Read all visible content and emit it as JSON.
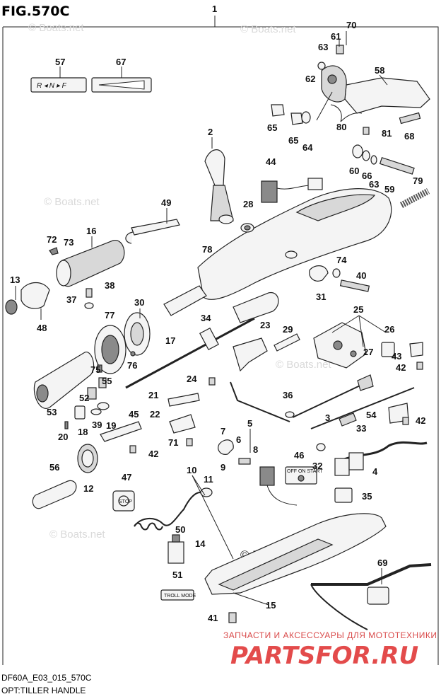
{
  "figure": {
    "title": "FIG.570C",
    "model_code": "DF60A_E03_015_570C",
    "caption": "OPT:TILLER HANDLE"
  },
  "watermarks": {
    "site": "© Boats.net",
    "promo_line": "ЗАПЧАСТИ И АКСЕССУАРЫ ДЛЯ МОТОТЕХНИКИ",
    "promo_brand": "PARTSFOR.RU"
  },
  "labels": {
    "shift_indicator": "R ◂ N ▸ F",
    "switch_panel": "OFF ON START",
    "stop_clip": "STOP",
    "troll_plate": "TROLL MODE"
  },
  "callouts": [
    "1",
    "2",
    "3",
    "4",
    "5",
    "6",
    "7",
    "8",
    "9",
    "10",
    "11",
    "12",
    "13",
    "14",
    "15",
    "16",
    "17",
    "18",
    "19",
    "20",
    "21",
    "22",
    "23",
    "24",
    "25",
    "26",
    "27",
    "28",
    "29",
    "30",
    "31",
    "32",
    "33",
    "34",
    "35",
    "36",
    "37",
    "38",
    "39",
    "40",
    "41",
    "42",
    "43",
    "44",
    "45",
    "46",
    "47",
    "48",
    "49",
    "50",
    "51",
    "52",
    "53",
    "54",
    "55",
    "56",
    "57",
    "58",
    "59",
    "60",
    "61",
    "62",
    "63",
    "64",
    "65",
    "66",
    "67",
    "68",
    "69",
    "70",
    "71",
    "72",
    "73",
    "74",
    "75",
    "76",
    "77",
    "78",
    "79",
    "80",
    "81"
  ],
  "colors": {
    "line": "#222222",
    "watermark": "#d9d9d9",
    "promo": "#e34b4b"
  }
}
